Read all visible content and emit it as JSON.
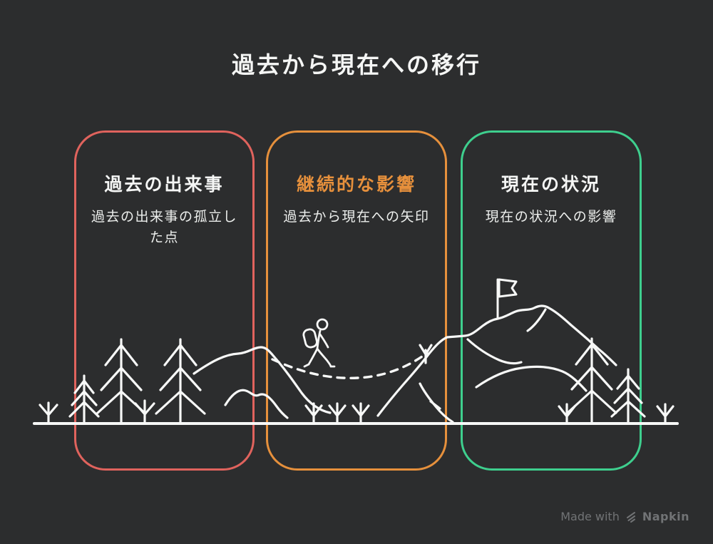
{
  "page": {
    "title": "過去から現在への移行",
    "background_color": "#2c2d2e",
    "text_color": "#f5f6f5"
  },
  "cards": [
    {
      "heading": "過去の出来事",
      "description": "過去の出来事の孤立した点",
      "accent_color": "#e0635d",
      "heading_color": "#f5f6f5"
    },
    {
      "heading": "継続的な影響",
      "description": "過去から現在への矢印",
      "accent_color": "#e6903c",
      "heading_color": "#e6903c"
    },
    {
      "heading": "現在の状況",
      "description": "現在の状況への影響",
      "accent_color": "#3ecf8e",
      "heading_color": "#f5f6f5"
    }
  ],
  "illustration": {
    "stroke_color": "#f7f8f7",
    "elements": [
      "ground-line",
      "pine-trees",
      "saplings",
      "left-ridge",
      "foothill",
      "dashed-trail",
      "hiker-with-backpack",
      "right-mountain",
      "summit-flag"
    ]
  },
  "watermark": {
    "prefix": "Made with",
    "brand": "Napkin",
    "color": "#717375"
  }
}
